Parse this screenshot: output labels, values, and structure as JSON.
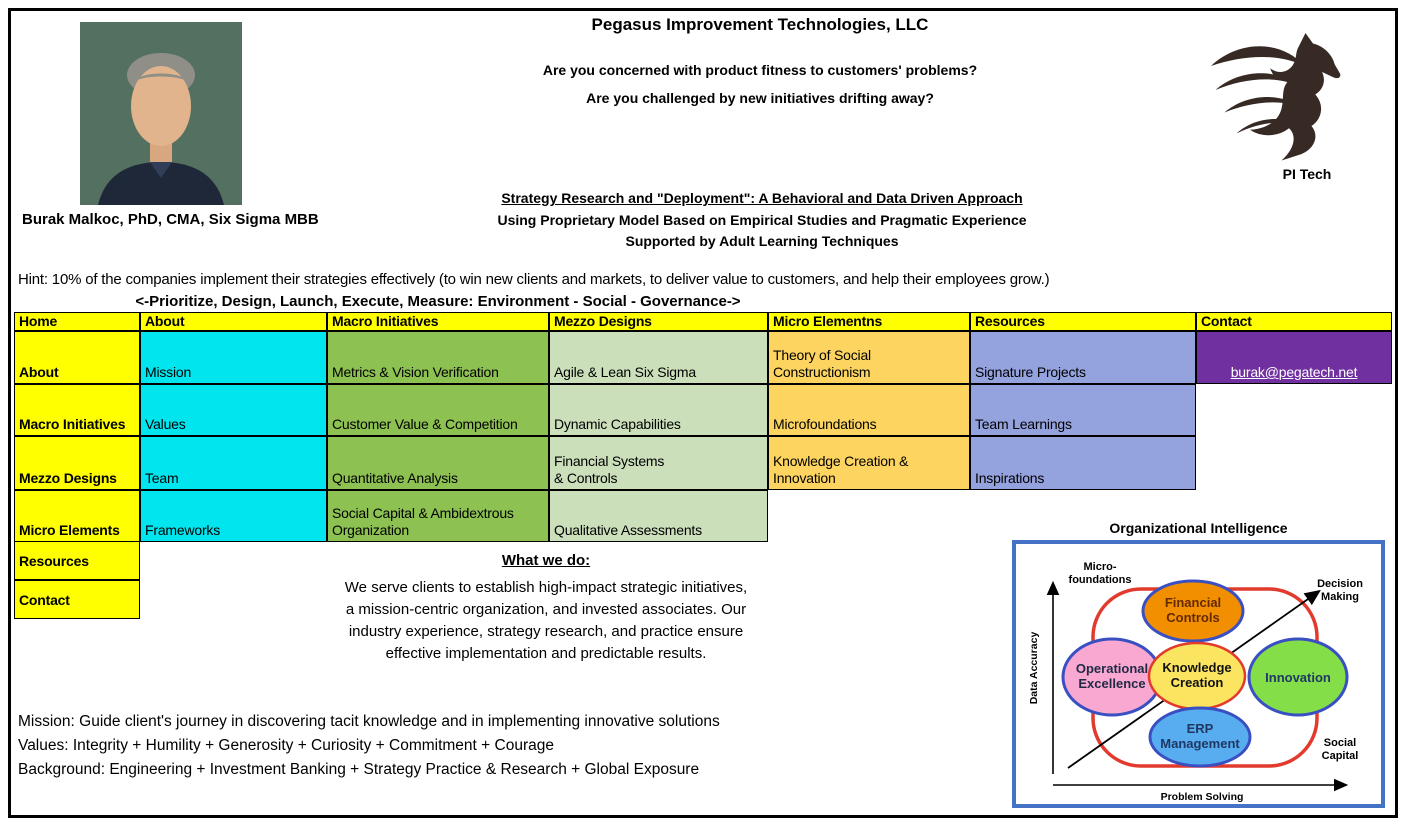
{
  "header": {
    "company": "Pegasus Improvement Technologies, LLC",
    "question1": "Are you concerned with product fitness to customers' problems?",
    "question2": "Are you challenged by new initiatives drifting away?",
    "strategy_title": "Strategy Research and \"Deployment\": A Behavioral and Data Driven Approach",
    "strategy_sub1": "Using Proprietary Model Based on Empirical Studies and Pragmatic Experience",
    "strategy_sub2": "Supported by Adult Learning Techniques",
    "photo_caption": "Burak Malkoc, PhD, CMA, Six Sigma MBB",
    "logo_label": "PI Tech"
  },
  "hint": "Hint:  10% of the companies implement their strategies effectively (to win new clients and markets, to deliver value to customers, and help their employees grow.)",
  "flow_line": "<-Prioritize, Design, Launch, Execute, Measure: Environment - Social - Governance->",
  "table": {
    "headers": [
      "Home",
      "About",
      "Macro Initiatives",
      "Mezzo Designs",
      "Micro Elementns",
      "Resources",
      "Contact"
    ],
    "rows": [
      {
        "nav": "About",
        "cells": [
          "Mission",
          "Metrics & Vision Verification",
          "Agile & Lean Six Sigma",
          "Theory of Social\nConstructionism",
          "Signature Projects"
        ],
        "email": "burak@pegatech.net"
      },
      {
        "nav": "Macro Initiatives",
        "cells": [
          "Values",
          "Customer Value & Competition",
          "Dynamic Capabilities",
          "Microfoundations",
          "Team Learnings"
        ]
      },
      {
        "nav": "Mezzo Designs",
        "cells": [
          "Team",
          "Quantitative Analysis",
          "Financial Systems\n& Controls",
          "Knowledge Creation &\nInnovation",
          "Inspirations"
        ]
      },
      {
        "nav": "Micro Elements",
        "cells": [
          "Frameworks",
          "Social Capital & Ambidextrous\nOrganization",
          "Qualitative Assessments"
        ]
      }
    ],
    "extra_nav": [
      "Resources",
      "Contact"
    ]
  },
  "what_we_do": {
    "title": "What we do:",
    "body": "We serve clients to establish high-impact strategic initiatives,\na mission-centric organization, and invested associates. Our\nindustry experience, strategy research, and practice ensure\neffective implementation and predictable results."
  },
  "footer_lines": {
    "mission": "Mission: Guide client's journey in discovering tacit knowledge and in implementing innovative solutions",
    "values": "Values: Integrity + Humility + Generosity + Curiosity + Commitment + Courage",
    "background": "Background: Engineering + Investment Banking + Strategy Practice & Research + Global Exposure"
  },
  "diagram": {
    "title": "Organizational Intelligence",
    "y_axis_label": "Data Accuracy",
    "x_axis_label": "Problem Solving",
    "corner_top_left_1": "Micro-",
    "corner_top_left_2": "foundations",
    "corner_top_right_1": "Decision",
    "corner_top_right_2": "Making",
    "corner_bottom_right_1": "Social",
    "corner_bottom_right_2": "Capital",
    "ellipses": [
      {
        "label1": "Financial",
        "label2": "Controls",
        "color": "#F28F00"
      },
      {
        "label1": "Operational",
        "label2": "Excellence",
        "color": "#F9A8D2"
      },
      {
        "label1": "Knowledge",
        "label2": "Creation",
        "color": "#FBE460"
      },
      {
        "label1": "Innovation",
        "label2": "",
        "color": "#84DE48"
      },
      {
        "label1": "ERP",
        "label2": "Management",
        "color": "#57ADEF"
      }
    ]
  },
  "colors": {
    "nav_yellow": "#FFFF00",
    "cell_cyan": "#00E5EE",
    "cell_green": "#8DC152",
    "cell_light_green": "#CBDFBB",
    "cell_gold": "#FCD45F",
    "cell_periwinkle": "#94A2DE",
    "cell_purple": "#7030A0",
    "diagram_border_blue": "#4472C4",
    "diagram_red_loop": "#E23B2E",
    "logo_dark": "#372A25"
  }
}
